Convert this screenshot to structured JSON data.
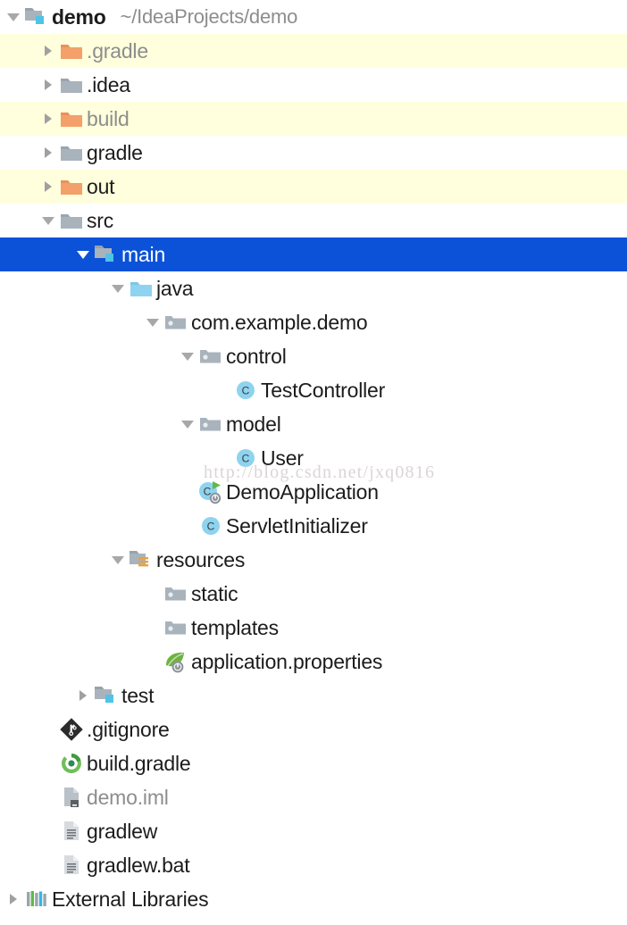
{
  "project": {
    "name": "demo",
    "path": "~/IdeaProjects/demo"
  },
  "watermark": "http://blog.csdn.net/jxq0816",
  "colors": {
    "selection_blue": "#0b52d8",
    "excluded_row_yellow": "#ffffdd",
    "folder_gray": "#a9b3bc",
    "folder_orange": "#f3a06a",
    "source_folder_blue": "#8ed3ef",
    "class_icon_blue": "#8ed3ef",
    "resource_orange": "#e8a33d",
    "spring_green": "#6db33f",
    "gradle_green": "#4a9b4a",
    "muted_text": "#8d8d8d",
    "text": "#1c1c1c"
  },
  "tree": [
    {
      "label": "demo",
      "path_suffix": "~/IdeaProjects/demo",
      "depth": 0,
      "icon": "module-folder-icon",
      "arrow": "open",
      "style": "bold",
      "row": "normal"
    },
    {
      "label": ".gradle",
      "depth": 1,
      "icon": "excluded-folder-icon",
      "arrow": "closed",
      "style": "muted",
      "row": "excluded"
    },
    {
      "label": ".idea",
      "depth": 1,
      "icon": "folder-icon",
      "arrow": "closed",
      "style": "normal",
      "row": "normal"
    },
    {
      "label": "build",
      "depth": 1,
      "icon": "excluded-folder-icon",
      "arrow": "closed",
      "style": "muted",
      "row": "excluded"
    },
    {
      "label": "gradle",
      "depth": 1,
      "icon": "folder-icon",
      "arrow": "closed",
      "style": "normal",
      "row": "normal"
    },
    {
      "label": "out",
      "depth": 1,
      "icon": "excluded-folder-icon",
      "arrow": "closed",
      "style": "normal",
      "row": "excluded"
    },
    {
      "label": "src",
      "depth": 1,
      "icon": "folder-icon",
      "arrow": "open",
      "style": "normal",
      "row": "normal"
    },
    {
      "label": "main",
      "depth": 2,
      "icon": "module-folder-icon",
      "arrow": "open",
      "style": "normal",
      "row": "selected"
    },
    {
      "label": "java",
      "depth": 3,
      "icon": "source-folder-icon",
      "arrow": "open",
      "style": "normal",
      "row": "normal"
    },
    {
      "label": "com.example.demo",
      "depth": 4,
      "icon": "package-icon",
      "arrow": "open",
      "style": "normal",
      "row": "normal"
    },
    {
      "label": "control",
      "depth": 5,
      "icon": "package-icon",
      "arrow": "open",
      "style": "normal",
      "row": "normal"
    },
    {
      "label": "TestController",
      "depth": 6,
      "icon": "java-class-icon",
      "arrow": "none",
      "style": "normal",
      "row": "normal"
    },
    {
      "label": "model",
      "depth": 5,
      "icon": "package-icon",
      "arrow": "open",
      "style": "normal",
      "row": "normal"
    },
    {
      "label": "User",
      "depth": 6,
      "icon": "java-class-icon",
      "arrow": "none",
      "style": "normal",
      "row": "normal"
    },
    {
      "label": "DemoApplication",
      "depth": 5,
      "icon": "spring-boot-class-icon",
      "arrow": "none",
      "style": "normal",
      "row": "normal"
    },
    {
      "label": "ServletInitializer",
      "depth": 5,
      "icon": "java-class-icon",
      "arrow": "none",
      "style": "normal",
      "row": "normal"
    },
    {
      "label": "resources",
      "depth": 3,
      "icon": "resource-folder-icon",
      "arrow": "open",
      "style": "normal",
      "row": "normal"
    },
    {
      "label": "static",
      "depth": 4,
      "icon": "package-icon",
      "arrow": "none",
      "style": "normal",
      "row": "normal"
    },
    {
      "label": "templates",
      "depth": 4,
      "icon": "package-icon",
      "arrow": "none",
      "style": "normal",
      "row": "normal"
    },
    {
      "label": "application.properties",
      "depth": 4,
      "icon": "spring-properties-icon",
      "arrow": "none",
      "style": "normal",
      "row": "normal"
    },
    {
      "label": "test",
      "depth": 2,
      "icon": "module-folder-icon",
      "arrow": "closed",
      "style": "normal",
      "row": "normal"
    },
    {
      "label": ".gitignore",
      "depth": 1,
      "icon": "git-icon",
      "arrow": "none",
      "style": "normal",
      "row": "normal"
    },
    {
      "label": "build.gradle",
      "depth": 1,
      "icon": "gradle-icon",
      "arrow": "none",
      "style": "normal",
      "row": "normal"
    },
    {
      "label": "demo.iml",
      "depth": 1,
      "icon": "iml-file-icon",
      "arrow": "none",
      "style": "muted",
      "row": "normal"
    },
    {
      "label": "gradlew",
      "depth": 1,
      "icon": "text-file-icon",
      "arrow": "none",
      "style": "normal",
      "row": "normal"
    },
    {
      "label": "gradlew.bat",
      "depth": 1,
      "icon": "text-file-icon",
      "arrow": "none",
      "style": "normal",
      "row": "normal"
    },
    {
      "label": "External Libraries",
      "depth": 0,
      "icon": "external-libraries-icon",
      "arrow": "closed",
      "style": "normal",
      "row": "normal"
    }
  ]
}
